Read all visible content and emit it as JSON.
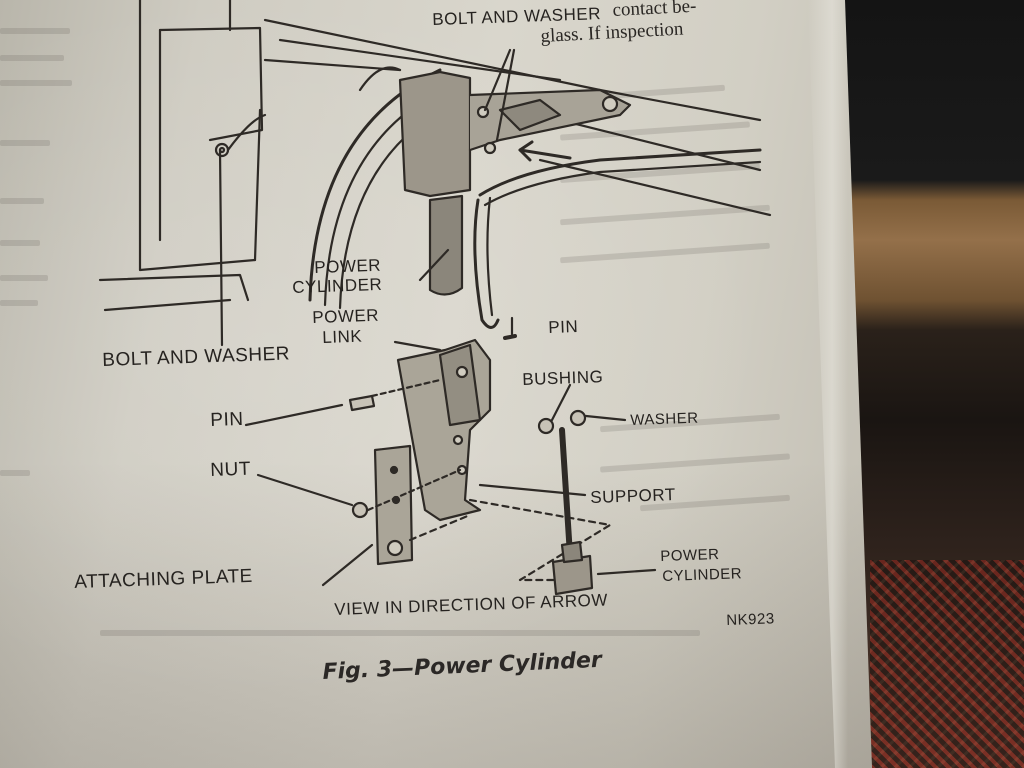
{
  "page_text": {
    "line1": "contact be-",
    "line2": "glass. If inspection"
  },
  "labels": {
    "bolt_washer_top": "BOLT AND WASHER",
    "power_cylinder_1": "POWER",
    "power_cylinder_2": "CYLINDER",
    "power_link_1": "POWER",
    "power_link_2": "LINK",
    "bolt_washer_left": "BOLT AND WASHER",
    "pin_right": "PIN",
    "bushing": "BUSHING",
    "washer": "WASHER",
    "pin_left": "PIN",
    "nut": "NUT",
    "support": "SUPPORT",
    "power_cylinder_b1": "POWER",
    "power_cylinder_b2": "CYLINDER",
    "attaching_plate": "ATTACHING PLATE",
    "view_direction": "VIEW IN DIRECTION OF ARROW",
    "code": "NK923"
  },
  "caption": "Fig. 3—Power Cylinder"
}
